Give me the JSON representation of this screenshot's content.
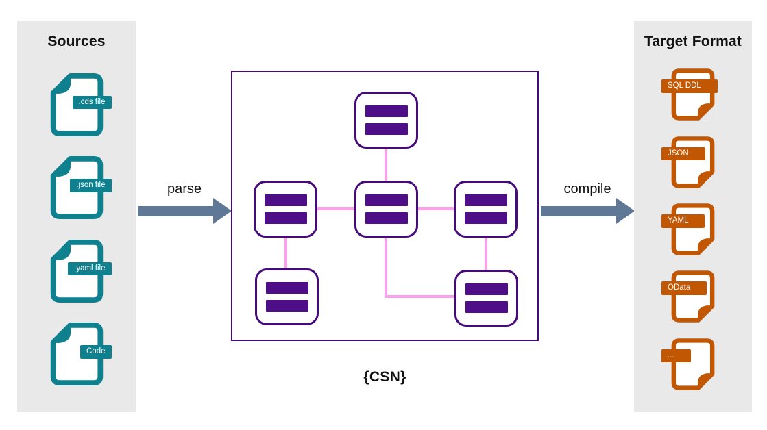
{
  "sources_panel": {
    "title": "Sources",
    "items": [
      {
        "label": ".cds file"
      },
      {
        "label": ".json file"
      },
      {
        "label": ".yaml file"
      },
      {
        "label": "Code"
      }
    ]
  },
  "target_panel": {
    "title": "Target Format",
    "items": [
      {
        "label": "SQL DDL"
      },
      {
        "label": "JSON"
      },
      {
        "label": "YAML"
      },
      {
        "label": "OData"
      },
      {
        "label": "..."
      }
    ]
  },
  "flow": {
    "parse_label": "parse",
    "compile_label": "compile"
  },
  "csn_diagram": {
    "label": "{CSN}",
    "nodes": [
      "top",
      "mid-left",
      "mid-center",
      "mid-right",
      "bottom-left",
      "bottom-right"
    ],
    "links": [
      [
        "top",
        "mid-center"
      ],
      [
        "mid-left",
        "mid-center"
      ],
      [
        "mid-center",
        "mid-right"
      ],
      [
        "mid-left",
        "bottom-left"
      ],
      [
        "mid-right",
        "bottom-right"
      ],
      [
        "mid-center",
        "bottom-right"
      ]
    ]
  },
  "colors": {
    "source_icon": "#0f808e",
    "target_icon": "#c25703",
    "entity_purple": "#470a7d",
    "bar_purple": "#4d0e88",
    "connector_pink": "#fc9fee",
    "arrow_slate": "#5e7896",
    "panel_bg": "#e9e9ea"
  }
}
